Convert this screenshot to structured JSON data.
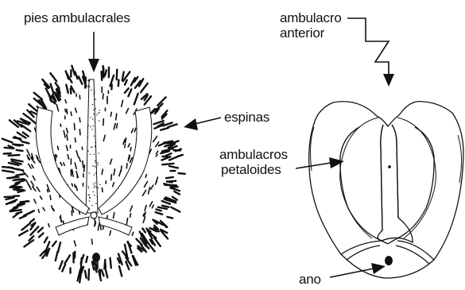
{
  "labels": {
    "pies_ambulacrales": "pies ambulacrales",
    "espinas": "espinas",
    "ambulacro_anterior_1": "ambulacro",
    "ambulacro_anterior_2": "anterior",
    "ambulacros_petaloides_1": "ambulacros",
    "ambulacros_petaloides_2": "petaloides",
    "ano": "ano"
  },
  "colors": {
    "ink": "#111111",
    "background": "#ffffff"
  }
}
